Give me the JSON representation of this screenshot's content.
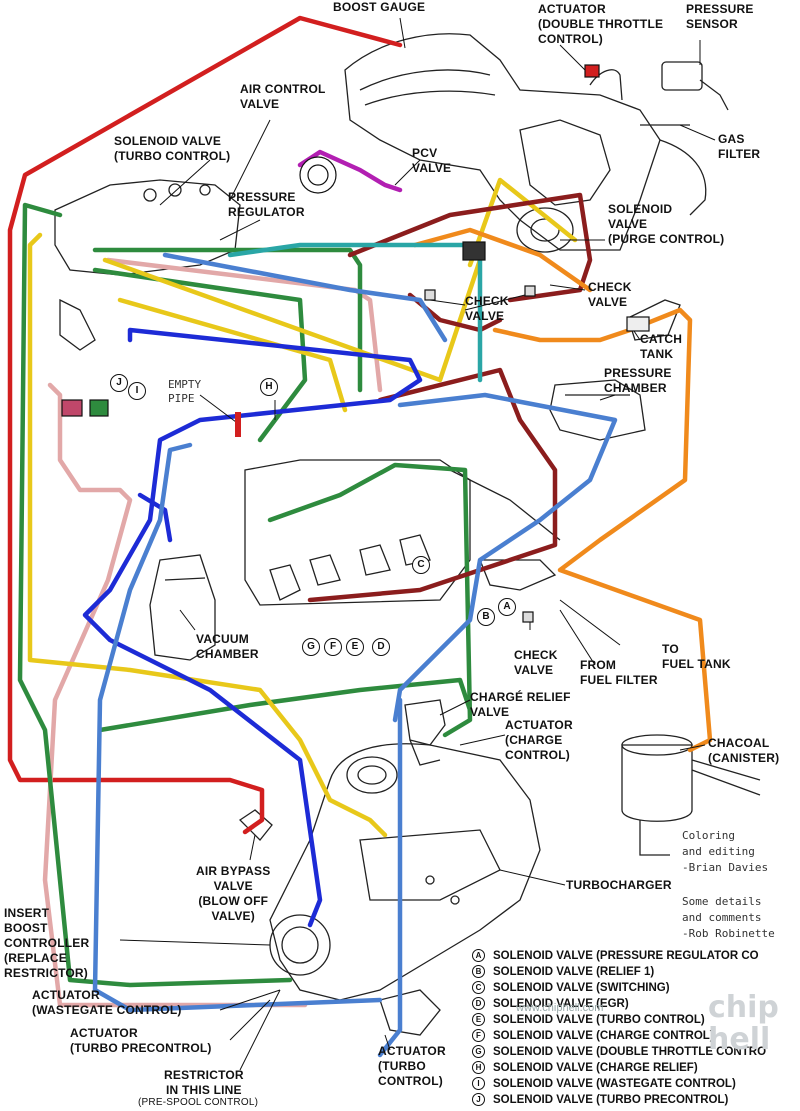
{
  "labels": {
    "boost_gauge": "BOOST GAUGE",
    "actuator_double_throttle": "ACTUATOR\n(DOUBLE THROTTLE\nCONTROL)",
    "pressure_sensor": "PRESSURE\nSENSOR",
    "air_control_valve": "AIR CONTROL\nVALVE",
    "gas_filter": "GAS\nFILTER",
    "solenoid_turbo_control": "SOLENOID VALVE\n(TURBO CONTROL)",
    "pcv_valve": "PCV\nVALVE",
    "pressure_regulator": "PRESSURE\nREGULATOR",
    "solenoid_purge_control": "SOLENOID\nVALVE\n(PURGE CONTROL)",
    "check_valve_upper": "CHECK\nVALVE",
    "check_valve_right": "CHECK\nVALVE",
    "catch_tank": "CATCH\nTANK",
    "pressure_chamber": "PRESSURE\nCHAMBER",
    "empty_pipe": "EMPTY\nPIPE",
    "vacuum_chamber": "VACUUM\nCHAMBER",
    "check_valve_lower": "CHECK\nVALVE",
    "to_fuel_tank": "TO\nFUEL TANK",
    "from_fuel_filter": "FROM\nFUEL FILTER",
    "charge_relief_valve": "CHARGÉ RELIEF\nVALVE",
    "actuator_charge_control": "ACTUATOR\n(CHARGE\nCONTROL)",
    "chacoal_canister": "CHACOAL\n(CANISTER)",
    "air_bypass_valve": "AIR BYPASS\nVALVE\n(BLOW OFF\nVALVE)",
    "turbocharger": "TURBOCHARGER",
    "insert_boost_controller": "INSERT\nBOOST\nCONTROLLER\n(REPLACE\nRESTRICTOR)",
    "actuator_wastegate": "ACTUATOR\n(WASTEGATE CONTROL)",
    "actuator_turbo_precontrol": "ACTUATOR\n(TURBO PRECONTROL)",
    "restrictor": "RESTRICTOR\nIN THIS LINE",
    "pre_spool": "(PRE-SPOOL CONTROL)",
    "actuator_turbo_control": "ACTUATOR\n(TURBO\nCONTROL)"
  },
  "credits": {
    "coloring": "Coloring\nand editing\n-Brian Davies",
    "details": "Some details\nand comments\n-Rob Robinette"
  },
  "watermark": "www.chiphell.com",
  "logo_text": "chip\nhell",
  "letters": {
    "A": "A",
    "B": "B",
    "C": "C",
    "D": "D",
    "E": "E",
    "F": "F",
    "G": "G",
    "H": "H",
    "I": "I",
    "J": "J"
  },
  "legend": [
    {
      "letter": "A",
      "text": "SOLENOID VALVE (PRESSURE REGULATOR CO"
    },
    {
      "letter": "B",
      "text": "SOLENOID VALVE (RELIEF 1)"
    },
    {
      "letter": "C",
      "text": "SOLENOID VALVE (SWITCHING)"
    },
    {
      "letter": "D",
      "text": "SOLENOID VALVE (EGR)"
    },
    {
      "letter": "E",
      "text": "SOLENOID VALVE (TURBO CONTROL)"
    },
    {
      "letter": "F",
      "text": "SOLENOID VALVE (CHARGE CONTROL)"
    },
    {
      "letter": "G",
      "text": "SOLENOID VALVE (DOUBLE THROTTLE CONTRO"
    },
    {
      "letter": "H",
      "text": "SOLENOID VALVE (CHARGE RELIEF)"
    },
    {
      "letter": "I",
      "text": "SOLENOID VALVE (WASTEGATE CONTROL)"
    },
    {
      "letter": "J",
      "text": "SOLENOID VALVE (TURBO PRECONTROL)"
    }
  ],
  "colors": {
    "red": "#d21f1f",
    "green": "#2e8b3e",
    "yellow": "#e8c81a",
    "darkred": "#8b1d1d",
    "blue": "#1d2bd6",
    "lightblue": "#4a7fd0",
    "pink": "#e2a8a8",
    "orange": "#f08a1c",
    "purple": "#b21fb2",
    "teal": "#2aa6a6",
    "engine": "#222222"
  }
}
